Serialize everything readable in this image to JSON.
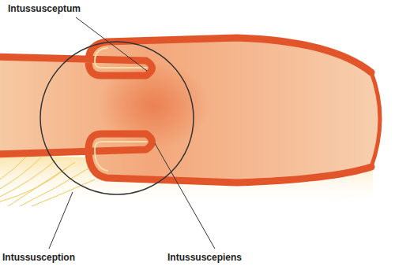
{
  "diagram": {
    "labels": [
      "Intussusceptum",
      "Intussusception",
      "Intussuscepiens"
    ]
  }
}
